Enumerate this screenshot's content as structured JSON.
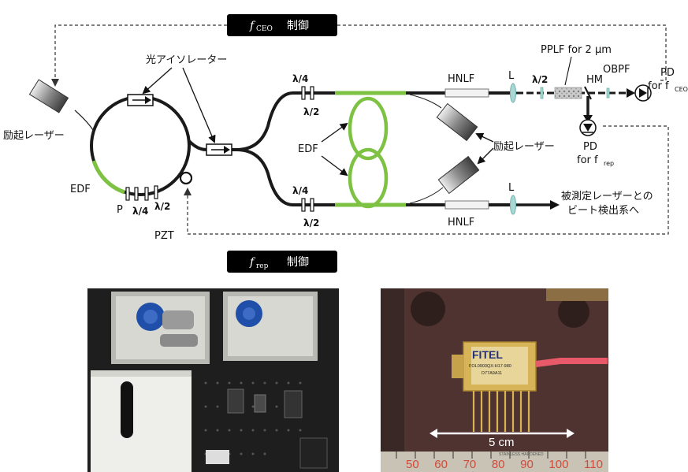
{
  "boxes": {
    "fceo": {
      "italic": "f",
      "sub": "CEO",
      "label": "制御"
    },
    "frep": {
      "italic": "f",
      "sub": "rep",
      "label": "制御"
    }
  },
  "labels": {
    "isolator": "光アイソレーター",
    "pump_laser_left": "励起レーザー",
    "pump_laser_right": "励起レーザー",
    "edf_left": "EDF",
    "edf_center": "EDF",
    "p": "P",
    "pzt": "PZT",
    "qwp1": "λ/4",
    "hwp1": "λ/2",
    "qwp_top": "λ/4",
    "hwp_top": "λ/2",
    "qwp_bottom": "λ/4",
    "hwp_bottom": "λ/2",
    "hnlf_top": "HNLF",
    "hnlf_bottom": "HNLF",
    "lens_top": "L",
    "lens_bottom": "L",
    "hwp_right": "λ/2",
    "pplf": "PPLF for 2 µm",
    "hm": "HM",
    "obpf": "OBPF",
    "pd_ceo_1": "PD",
    "pd_ceo_2": "for f",
    "pd_ceo_sub": "CEO",
    "pd_rep_1": "PD",
    "pd_rep_2": "for f",
    "pd_rep_sub": "rep",
    "output_1": "被測定レーザーとの",
    "output_2": "ビート検出系へ"
  },
  "photo_right": {
    "chip_brand": "FITEL",
    "chip_line1": "FOL0903QX-H17-980",
    "chip_line2": "D77A9A11",
    "ruler_text": "STAINLESS HARDENED",
    "ruler_numbers": [
      "50",
      "60",
      "70",
      "80",
      "90",
      "100",
      "110"
    ],
    "scale": "5 cm"
  },
  "colors": {
    "fiber": "#1a1a1a",
    "edf": "#7dc242",
    "box": "#000000",
    "lens": "#a9d7d3"
  }
}
